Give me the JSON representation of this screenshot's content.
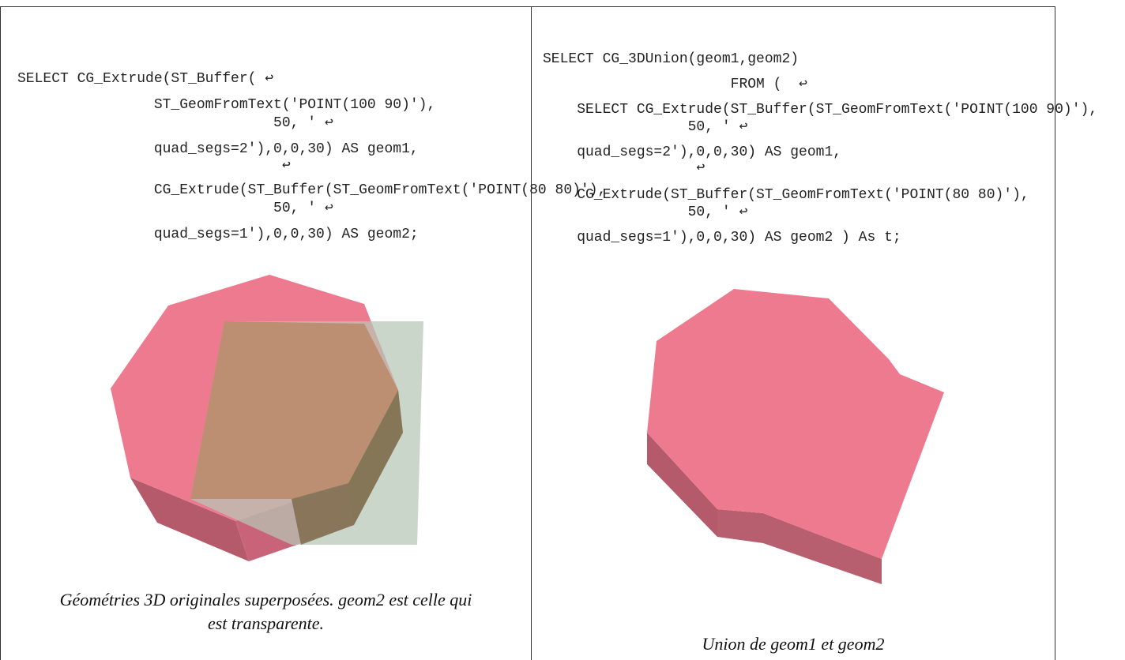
{
  "left_cell": {
    "code_lines": [
      "SELECT CG_Extrude(ST_Buffer( ↩",
      "                ST_GeomFromText('POINT(100 90)'),",
      "                              50, ' ↩",
      "                quad_segs=2'),0,0,30) AS geom1,",
      "                               ↩",
      "                CG_Extrude(ST_Buffer(ST_GeomFromText('POINT(80 80)'),",
      "                              50, ' ↩",
      "                quad_segs=1'),0,0,30) AS geom2;"
    ],
    "caption_line1": "Géométries 3D originales superposées. geom2 est celle qui",
    "caption_line2": "est transparente."
  },
  "right_cell": {
    "code_lines": [
      "SELECT CG_3DUnion(geom1,geom2)",
      "                      FROM (  ↩",
      "    SELECT CG_Extrude(ST_Buffer(ST_GeomFromText('POINT(100 90)'),",
      "                 50, ' ↩",
      "    quad_segs=2'),0,0,30) AS geom1,",
      "                  ↩",
      "    CG_Extrude(ST_Buffer(ST_GeomFromText('POINT(80 80)'),",
      "                 50, ' ↩",
      "    quad_segs=1'),0,0,30) AS geom2 ) As t;"
    ],
    "caption": "Union de geom1 et geom2"
  },
  "colors": {
    "geom1_pink": "#ee7a8f",
    "geom1_side": "#b55a6a",
    "geom2_transparent": "#b7c6b6",
    "overlap": "#bc8f72",
    "border": "#333333"
  }
}
